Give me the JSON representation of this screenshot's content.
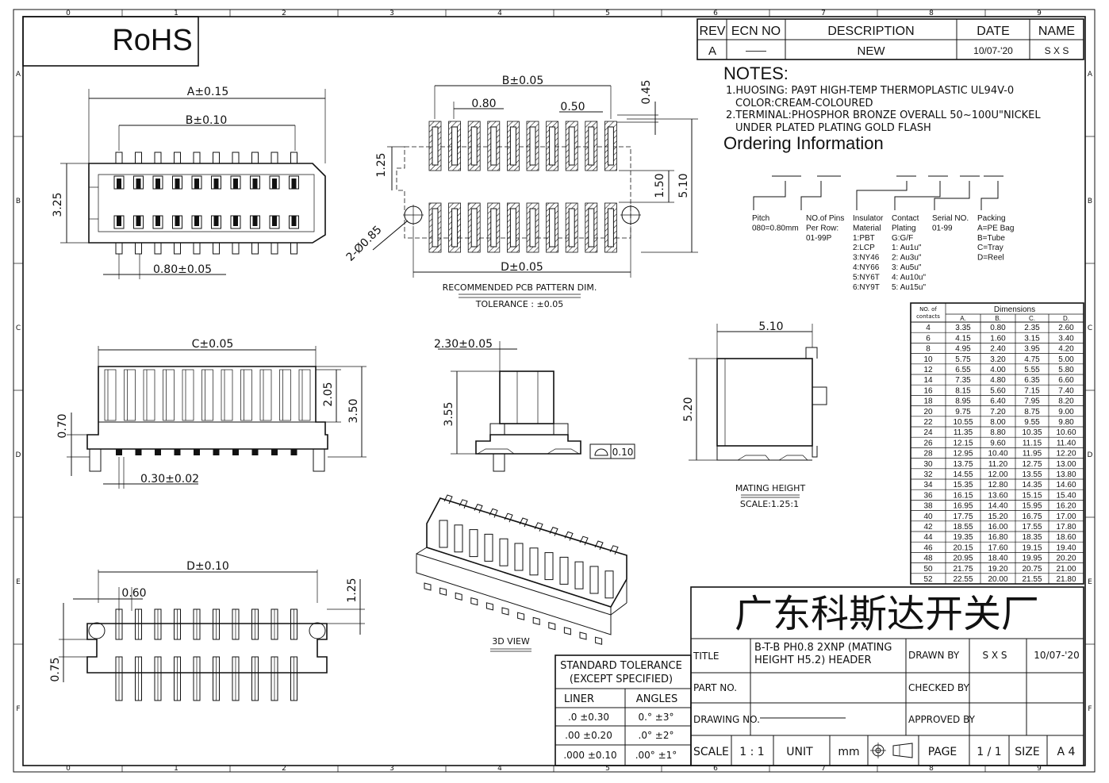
{
  "rohs": "RoHS",
  "grid": {
    "cols": [
      "0",
      "1",
      "2",
      "3",
      "4",
      "5",
      "6",
      "7",
      "8",
      "9"
    ],
    "rows": [
      "A",
      "B",
      "C",
      "D",
      "E",
      "F"
    ]
  },
  "revision": {
    "headers": [
      "REV",
      "ECN NO",
      "DESCRIPTION",
      "DATE",
      "NAME"
    ],
    "row": [
      "A",
      "——",
      "NEW",
      "10/07-'20",
      "S X S"
    ]
  },
  "notes": {
    "title": "NOTES:",
    "lines": [
      "1.HUOSING: PA9T HIGH-TEMP THERMOPLASTIC UL94V-0",
      "COLOR:CREAM-COLOURED",
      "2.TERMINAL:PHOSPHOR BRONZE OVERALL 50~100U\"NICKEL",
      "UNDER PLATED PLATING GOLD FLASH"
    ]
  },
  "ordering": {
    "title": "Ordering Information",
    "groups": [
      {
        "lines": [
          "Pitch",
          "080=0.80mm"
        ]
      },
      {
        "lines": [
          "NO.of Pins",
          "Per Row:",
          "01-99P"
        ]
      },
      {
        "lines": [
          "Insulator",
          "Material",
          "1:PBT",
          "2:LCP",
          "3:NY46",
          "4:NY66",
          "5:NY6T",
          "6:NY9T"
        ]
      },
      {
        "lines": [
          "Contact",
          "Plating",
          "G:G/F",
          "1: Au1u\"",
          "2: Au3u\"",
          "3: Au5u\"",
          "4: Au10u\"",
          "5: Au15u\""
        ]
      },
      {
        "lines": [
          "Serial NO.",
          "01-99"
        ]
      },
      {
        "lines": [
          "Packing",
          "A=PE Bag",
          "B=Tube",
          "C=Tray",
          "D=Reel"
        ]
      }
    ]
  },
  "dims_table": {
    "corner": [
      "NO. of",
      "contacts"
    ],
    "title": "Dimensions",
    "cols": [
      "A.",
      "B.",
      "C.",
      "D."
    ],
    "rows": [
      [
        "4",
        "3.35",
        "0.80",
        "2.35",
        "2.60"
      ],
      [
        "6",
        "4.15",
        "1.60",
        "3.15",
        "3.40"
      ],
      [
        "8",
        "4.95",
        "2.40",
        "3.95",
        "4.20"
      ],
      [
        "10",
        "5.75",
        "3.20",
        "4.75",
        "5.00"
      ],
      [
        "12",
        "6.55",
        "4.00",
        "5.55",
        "5.80"
      ],
      [
        "14",
        "7.35",
        "4.80",
        "6.35",
        "6.60"
      ],
      [
        "16",
        "8.15",
        "5.60",
        "7.15",
        "7.40"
      ],
      [
        "18",
        "8.95",
        "6.40",
        "7.95",
        "8.20"
      ],
      [
        "20",
        "9.75",
        "7.20",
        "8.75",
        "9.00"
      ],
      [
        "22",
        "10.55",
        "8.00",
        "9.55",
        "9.80"
      ],
      [
        "24",
        "11.35",
        "8.80",
        "10.35",
        "10.60"
      ],
      [
        "26",
        "12.15",
        "9.60",
        "11.15",
        "11.40"
      ],
      [
        "28",
        "12.95",
        "10.40",
        "11.95",
        "12.20"
      ],
      [
        "30",
        "13.75",
        "11.20",
        "12.75",
        "13.00"
      ],
      [
        "32",
        "14.55",
        "12.00",
        "13.55",
        "13.80"
      ],
      [
        "34",
        "15.35",
        "12.80",
        "14.35",
        "14.60"
      ],
      [
        "36",
        "16.15",
        "13.60",
        "15.15",
        "15.40"
      ],
      [
        "38",
        "16.95",
        "14.40",
        "15.95",
        "16.20"
      ],
      [
        "40",
        "17.75",
        "15.20",
        "16.75",
        "17.00"
      ],
      [
        "42",
        "18.55",
        "16.00",
        "17.55",
        "17.80"
      ],
      [
        "44",
        "19.35",
        "16.80",
        "18.35",
        "18.60"
      ],
      [
        "46",
        "20.15",
        "17.60",
        "19.15",
        "19.40"
      ],
      [
        "48",
        "20.95",
        "18.40",
        "19.95",
        "20.20"
      ],
      [
        "50",
        "21.75",
        "19.20",
        "20.75",
        "21.00"
      ],
      [
        "52",
        "22.55",
        "20.00",
        "21.55",
        "21.80"
      ]
    ]
  },
  "views": {
    "top": {
      "a": "A±0.15",
      "b": "B±0.10",
      "h": "3.25",
      "pitch": "0.80±0.05"
    },
    "pcb": {
      "b": "B±0.05",
      "p1": "0.80",
      "p2": "0.50",
      "d045": "0.45",
      "d125": "1.25",
      "d150": "1.50",
      "d510": "5.10",
      "hole": "2-Ø0.85",
      "d": "D±0.05",
      "caption": "RECOMMENDED PCB PATTERN DIM.",
      "tol": "TOLERANCE : ±0.05"
    },
    "front": {
      "c": "C±0.05",
      "d205": "2.05",
      "d350": "3.50",
      "d070": "0.70",
      "d030": "0.30±0.02"
    },
    "side": {
      "w": "2.30±0.05",
      "h": "3.55",
      "flat": "0.10"
    },
    "mating": {
      "w": "5.10",
      "h": "5.20",
      "caption": "MATING HEIGHT",
      "scale": "SCALE:1.25:1"
    },
    "bottom": {
      "d": "D±0.10",
      "p": "0.60",
      "d125": "1.25",
      "d075": "0.75"
    },
    "iso": {
      "caption": "3D  VIEW"
    }
  },
  "tolerance": {
    "title1": "STANDARD TOLERANCE",
    "title2": "(EXCEPT  SPECIFIED)",
    "liner": "LINER",
    "angles": "ANGLES",
    "rows": [
      [
        ".0  ±0.30",
        "0.°  ±3°"
      ],
      [
        ".00  ±0.20",
        ".0°  ±2°"
      ],
      [
        ".000 ±0.10",
        ".00° ±1°"
      ]
    ]
  },
  "titleblock": {
    "company": "广东科斯达开关厂",
    "title_label": "TITLE",
    "title_value1": "B-T-B PH0.8 2XNP (MATING",
    "title_value2": "HEIGHT H5.2) HEADER",
    "drawn_by": "DRAWN BY",
    "drawn_name": "S X S",
    "drawn_date": "10/07-'20",
    "part_no": "PART NO.",
    "checked_by": "CHECKED BY",
    "drawing_no": "DRAWING NO.",
    "approved_by": "APPROVED BY",
    "scale": "SCALE",
    "scale_val": "1 : 1",
    "unit": "UNIT",
    "unit_val": "mm",
    "page": "PAGE",
    "page_val": "1 / 1",
    "size": "SIZE",
    "size_val": "A 4"
  }
}
